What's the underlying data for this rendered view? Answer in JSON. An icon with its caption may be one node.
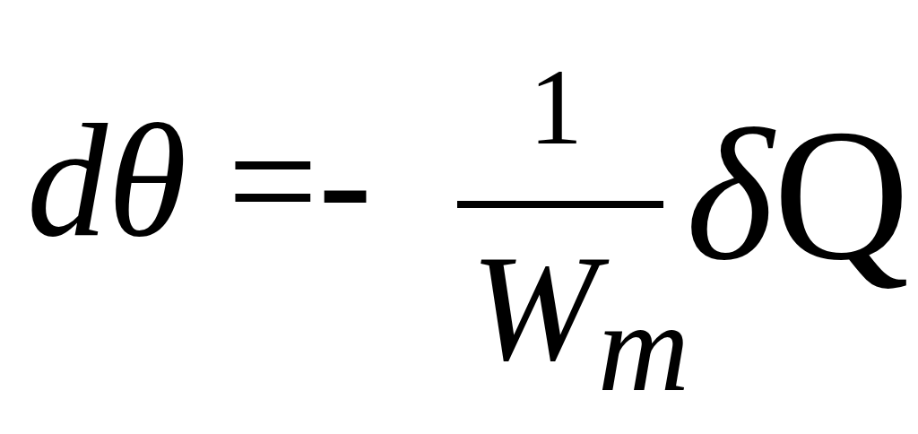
{
  "diagram": {
    "labels": [
      "*dθ* =-",
      "1",
      "W$_{m}$",
      "δQ"
    ]
  }
}
